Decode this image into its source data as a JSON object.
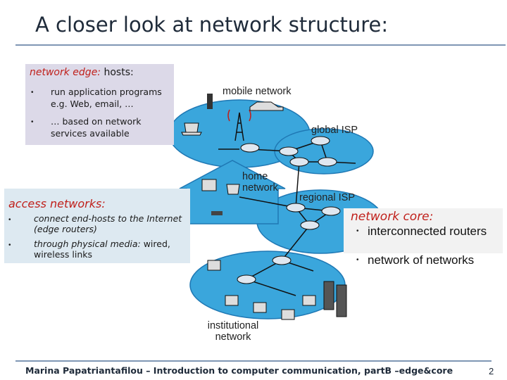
{
  "title": "A closer look at network structure:",
  "edge": {
    "heading_italic": "network edge:",
    "heading_rest": " hosts:",
    "bullets": [
      "run application programs e.g. Web, email, …",
      "… based on network services available"
    ]
  },
  "access": {
    "heading": "access networks:",
    "bullet1": "connect end-hosts to the Internet (edge routers)",
    "bullet2_italic": "through physical media:",
    "bullet2_rest": " wired, wireless links"
  },
  "core": {
    "heading": "network core:",
    "items": [
      "interconnected routers",
      "network of networks"
    ]
  },
  "labels": {
    "mobile": "mobile network",
    "global_isp": "global ISP",
    "home": "home network",
    "regional_isp": "regional ISP",
    "institutional": "institutional network"
  },
  "footer": "Marina Papatriantafilou – Introduction to computer communication, partB –edge&core",
  "page_number": "2",
  "colors": {
    "cloud": "#3aa6dc",
    "cloud_edge": "#1f78b4",
    "router": "#dfe7f0",
    "accent_red": "#c0201b",
    "title_rule": "#7f96b4"
  }
}
